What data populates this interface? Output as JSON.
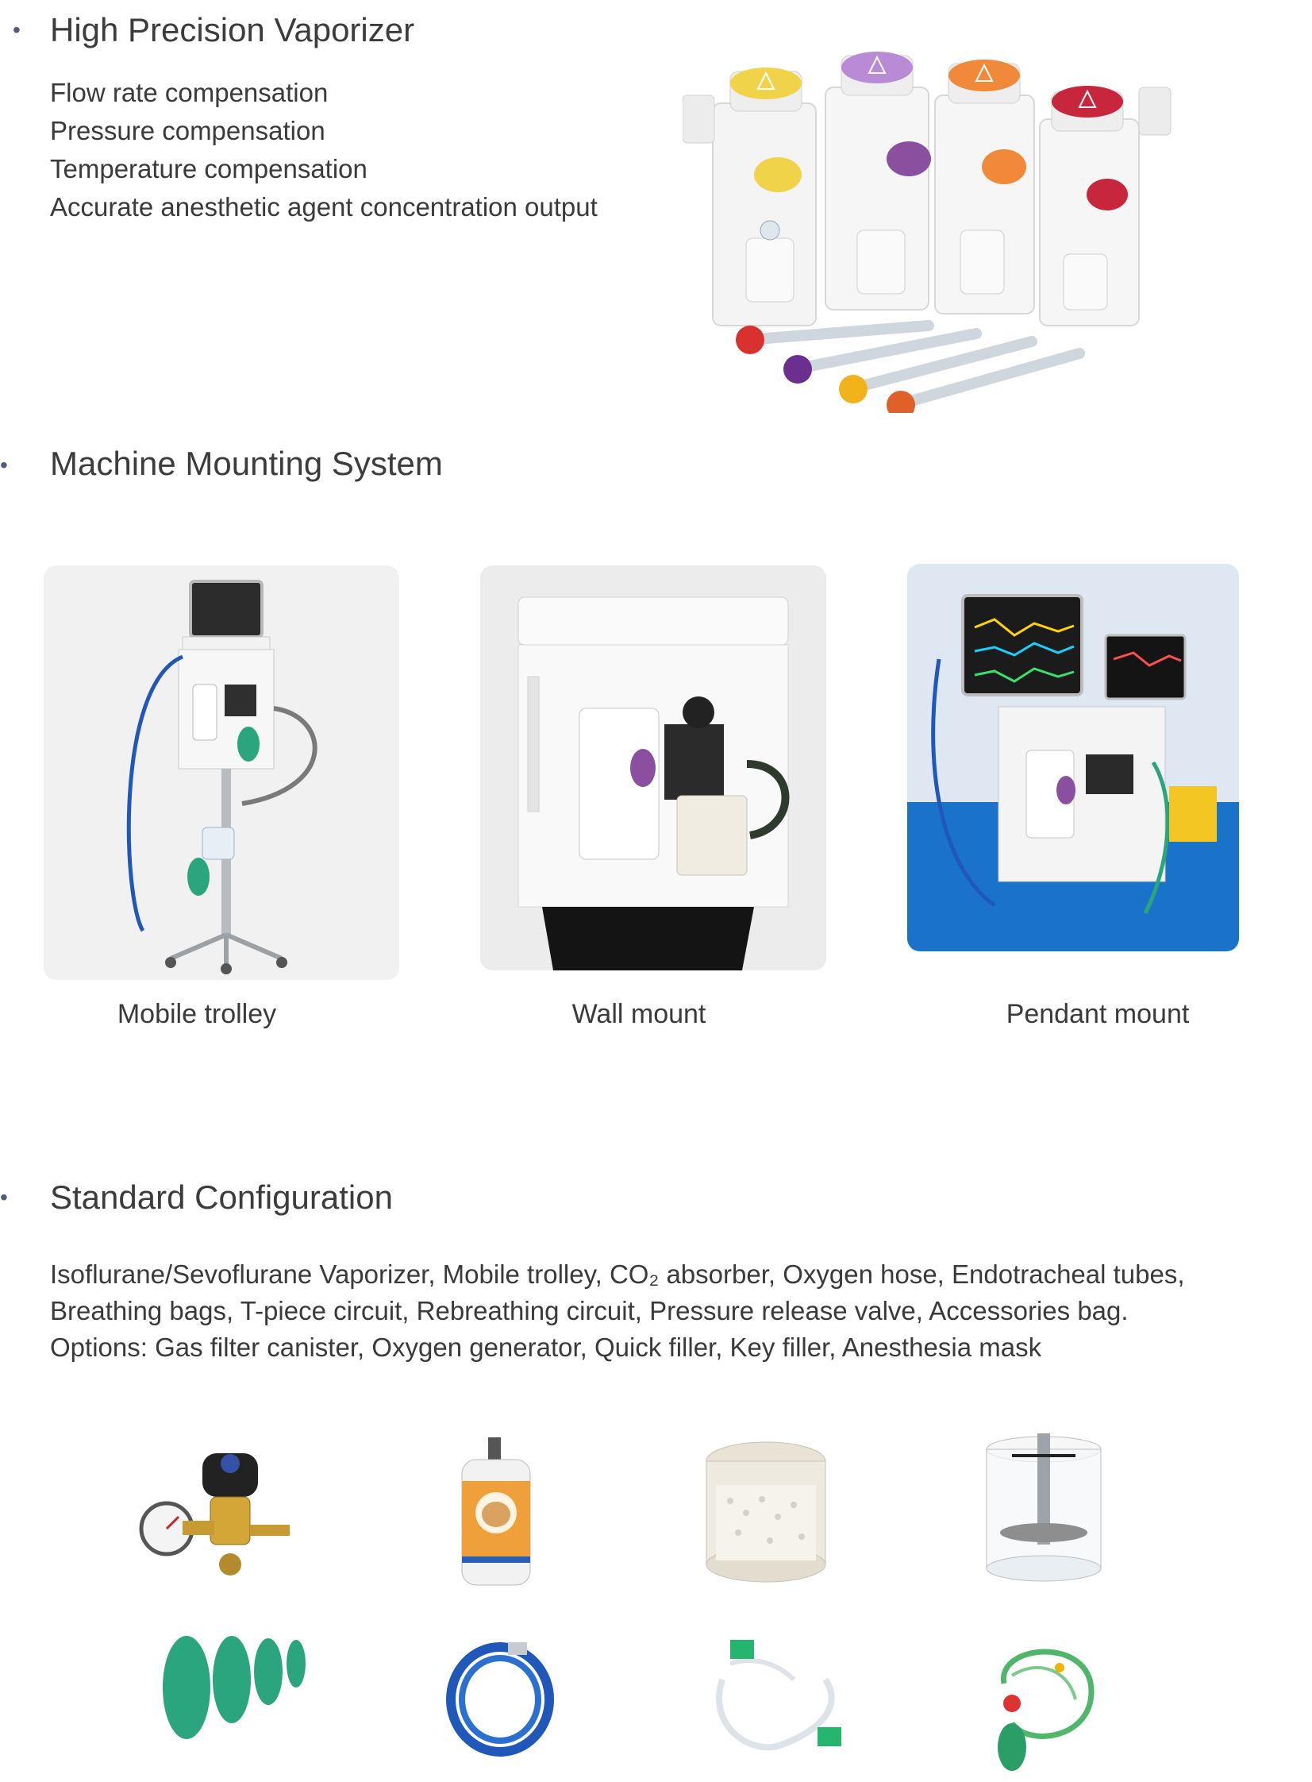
{
  "sections": {
    "vaporizer": {
      "title": "High Precision Vaporizer",
      "features": [
        "Flow rate compensation",
        "Pressure compensation",
        "Temperature compensation",
        "Accurate anesthetic agent concentration output"
      ],
      "vaporizer_colors": [
        "#f1d34a",
        "#b98ad6",
        "#f08a3a",
        "#c8263c"
      ],
      "key_filler_colors": [
        "#d93030",
        "#6a2f8f",
        "#f2b21c",
        "#e0602a"
      ]
    },
    "mounting": {
      "title": "Machine Mounting System",
      "options": [
        {
          "caption": "Mobile trolley"
        },
        {
          "caption": "Wall mount"
        },
        {
          "caption": "Pendant mount"
        }
      ]
    },
    "config": {
      "title": "Standard Configuration",
      "lines": [
        "Isoflurane/Sevoflurane Vaporizer,  Mobile trolley, CO₂ absorber, Oxygen hose, Endotracheal tubes,",
        "Breathing bags, T-piece circuit, Rebreathing circuit, Pressure release valve,  Accessories bag.",
        "Options: Gas filter canister, Oxygen generator, Quick filler, Key filler, Anesthesia mask"
      ],
      "accessories": [
        "regulator-icon",
        "filter-canister-icon",
        "absorber-canister-icon",
        "clear-canister-icon",
        "breathing-bags-icon",
        "oxygen-hose-icon",
        "circuit-icon",
        "rebreathing-circuit-icon"
      ]
    }
  },
  "colors": {
    "bullet": "#4b5d7a",
    "accent_green": "#2aa57d",
    "hose_blue": "#1f58b8"
  }
}
